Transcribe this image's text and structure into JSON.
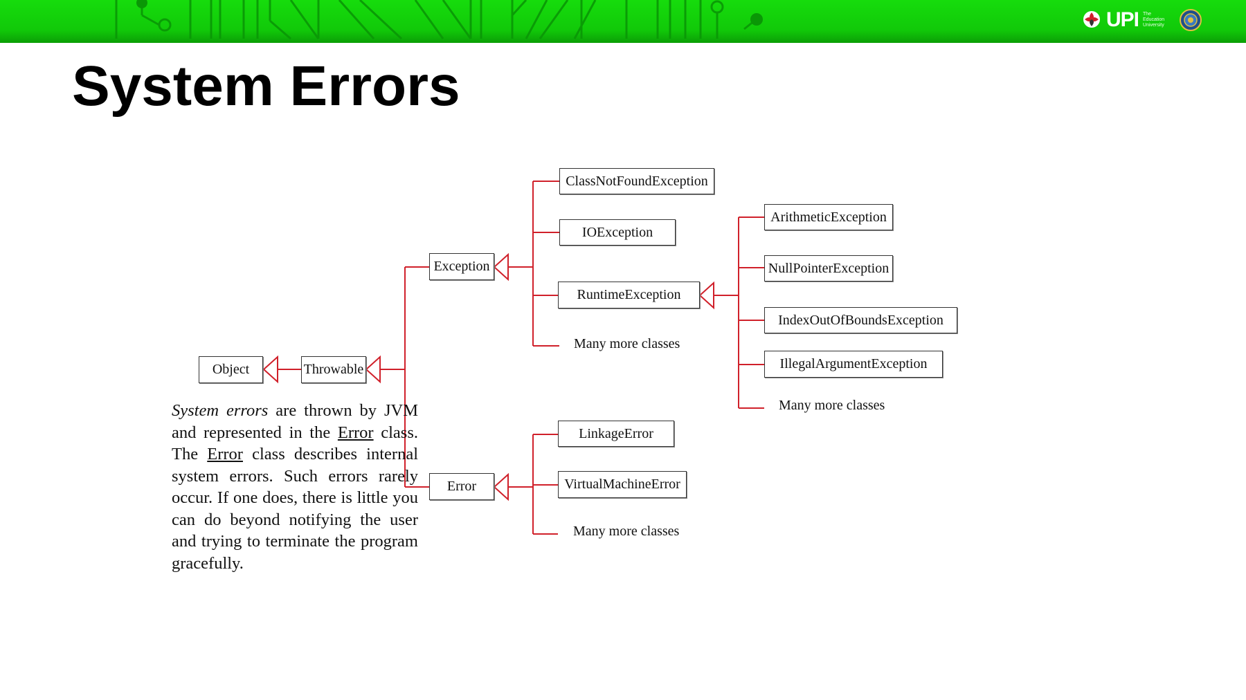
{
  "slide": {
    "title": "System Errors",
    "logo_text": "UPI",
    "logo_sub": "The Education University",
    "colors": {
      "banner": "#13d10b",
      "banner_dark": "#0a9a06",
      "arrow": "#d0202a",
      "box_border": "#333333"
    }
  },
  "diagram": {
    "nodes": {
      "object": "Object",
      "throwable": "Throwable",
      "exception": "Exception",
      "error": "Error",
      "classnotfound": "ClassNotFoundException",
      "ioexception": "IOException",
      "runtime": "RuntimeException",
      "more_exception": "Many more classes",
      "arithmetic": "ArithmeticException",
      "nullpointer": "NullPointerException",
      "indexoutofbounds": "IndexOutOfBoundsException",
      "illegalargument": "IllegalArgumentException",
      "more_runtime": "Many more classes",
      "linkage": "LinkageError",
      "virtualmachine": "VirtualMachineError",
      "more_error": "Many more classes"
    },
    "edges": [
      [
        "throwable",
        "object"
      ],
      [
        "exception",
        "throwable"
      ],
      [
        "error",
        "throwable"
      ],
      [
        "classnotfound",
        "exception"
      ],
      [
        "ioexception",
        "exception"
      ],
      [
        "runtime",
        "exception"
      ],
      [
        "more_exception",
        "exception"
      ],
      [
        "arithmetic",
        "runtime"
      ],
      [
        "nullpointer",
        "runtime"
      ],
      [
        "indexoutofbounds",
        "runtime"
      ],
      [
        "illegalargument",
        "runtime"
      ],
      [
        "more_runtime",
        "runtime"
      ],
      [
        "linkage",
        "error"
      ],
      [
        "virtualmachine",
        "error"
      ],
      [
        "more_error",
        "error"
      ]
    ]
  },
  "description": {
    "p1_italic": "System errors",
    "p1_rest": " are thrown by JVM and represented in the ",
    "p1_link1": "Error",
    "p1_mid": " class. The ",
    "p1_link2": "Error",
    "p1_end": " class describes internal system errors. Such errors rarely occur. If one does, there is little you can do beyond notifying the user and trying to terminate the program gracefully."
  }
}
